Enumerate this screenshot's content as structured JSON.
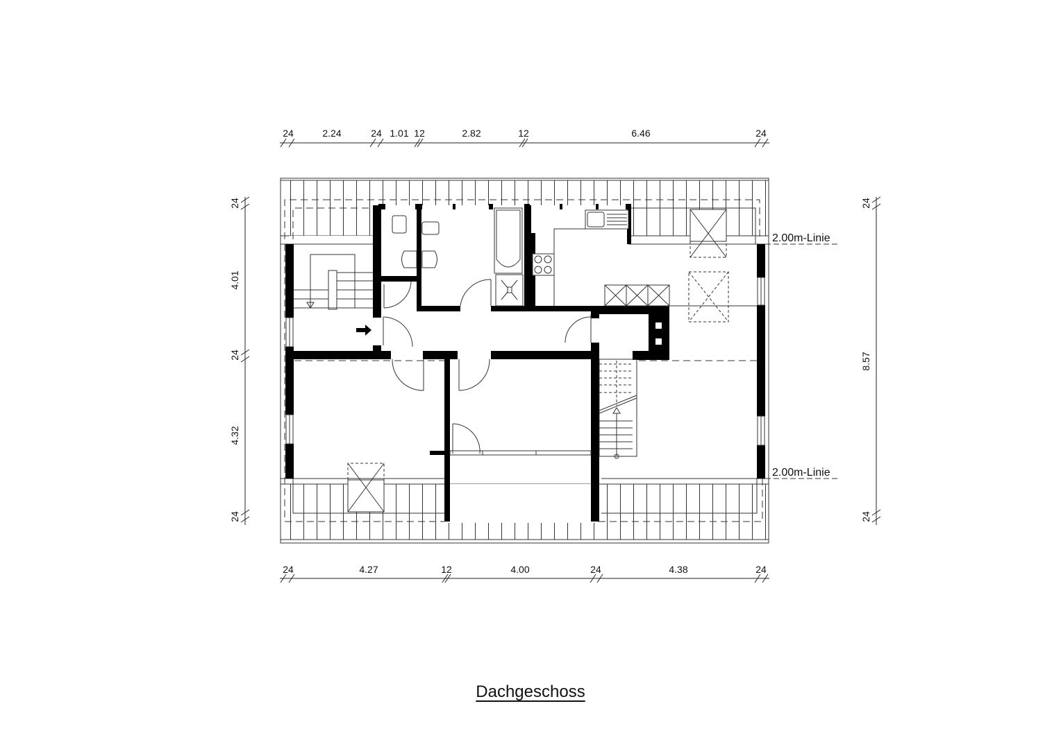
{
  "drawing": {
    "title": "Dachgeschoss",
    "type": "floor-plan",
    "colors": {
      "wall": "#000000",
      "line": "#222222",
      "background": "#ffffff"
    }
  },
  "dimensions": {
    "top": [
      "24",
      "2.24",
      "24",
      "1.01",
      "12",
      "2.82",
      "12",
      "6.46",
      "24"
    ],
    "bottom": [
      "24",
      "4.27",
      "12",
      "4.00",
      "24",
      "4.38",
      "24"
    ],
    "left": [
      "24",
      "4.01",
      "24",
      "4.32",
      "24"
    ],
    "right": [
      "24",
      "8.57",
      "24"
    ]
  },
  "annotations": {
    "height_line_top": "2.00m-Linie",
    "height_line_bottom": "2.00m-Linie"
  }
}
